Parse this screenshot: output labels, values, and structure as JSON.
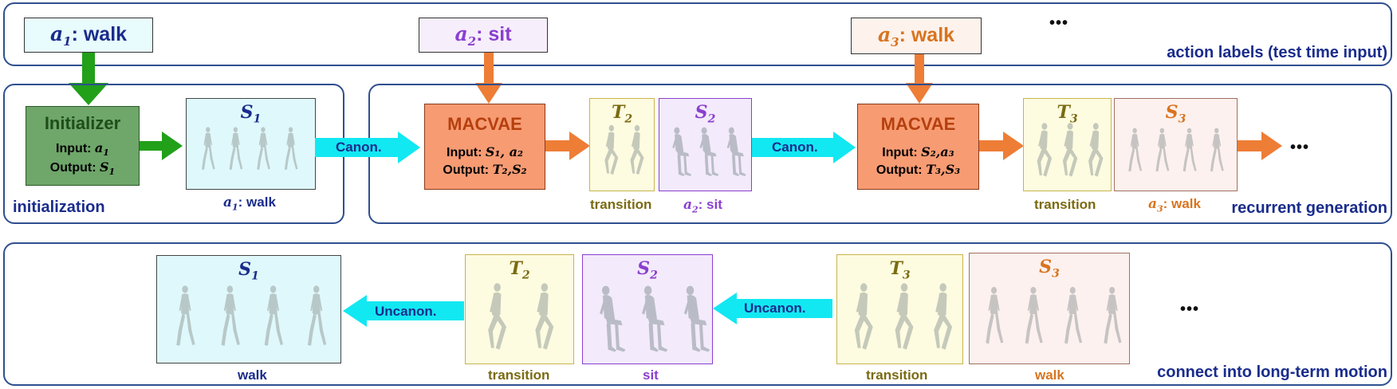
{
  "colors": {
    "panel_border": "#2f4f8f",
    "dark_blue": "#1a2c8c",
    "purple": "#8a3fcf",
    "orange": "#d9741f",
    "olive": "#7a6a12",
    "green": "#22a01a",
    "cyan": "#12e8f2",
    "init_fill": "#6fa66a",
    "macvae_fill": "#f79b73"
  },
  "top": {
    "label_a1_sym": "a",
    "label_a1_sub": "1",
    "label_a1_text": ": walk",
    "label_a2_sym": "a",
    "label_a2_sub": "2",
    "label_a2_text": ": sit",
    "label_a3_sym": "a",
    "label_a3_sub": "3",
    "label_a3_text": ": walk",
    "dots": "•••",
    "caption": "action labels (test time input)"
  },
  "middle": {
    "initializer": {
      "title": "Initializer",
      "input_label": "Input: ",
      "input_sym": "a",
      "input_sub": "1",
      "output_label": "Output: ",
      "output_sym": "S",
      "output_sub": "1"
    },
    "s1": {
      "sym": "S",
      "sub": "1",
      "caption_sym": "a",
      "caption_sub": "1",
      "caption_text": ": walk"
    },
    "init_caption": "initialization",
    "canon1": "Canon.",
    "macvae1": {
      "title": "MACVAE",
      "input_label": "Input: ",
      "input_syms": "S₁, a₂",
      "output_label": "Output: ",
      "output_syms": "T₂,S₂"
    },
    "t2": {
      "sym": "T",
      "sub": "2",
      "caption": "transition"
    },
    "s2": {
      "sym": "S",
      "sub": "2",
      "caption_sym": "a",
      "caption_sub": "2",
      "caption_text": ": sit"
    },
    "canon2": "Canon.",
    "macvae2": {
      "title": "MACVAE",
      "input_label": "Input: ",
      "input_syms": "S₂,a₃",
      "output_label": "Output: ",
      "output_syms": "T₃,S₃"
    },
    "t3": {
      "sym": "T",
      "sub": "3",
      "caption": "transition"
    },
    "s3": {
      "sym": "S",
      "sub": "3",
      "caption_sym": "a",
      "caption_sub": "3",
      "caption_text": ": walk"
    },
    "dots": "•••",
    "caption": "recurrent generation"
  },
  "bottom": {
    "s1": {
      "sym": "S",
      "sub": "1",
      "caption": "walk"
    },
    "uncanon1": "Uncanon.",
    "t2": {
      "sym": "T",
      "sub": "2",
      "caption": "transition"
    },
    "s2": {
      "sym": "S",
      "sub": "2",
      "caption": "sit"
    },
    "uncanon2": "Uncanon.",
    "t3": {
      "sym": "T",
      "sub": "3",
      "caption": "transition"
    },
    "s3": {
      "sym": "S",
      "sub": "3",
      "caption": "walk"
    },
    "dots": "•••",
    "caption": "connect into long-term motion"
  }
}
